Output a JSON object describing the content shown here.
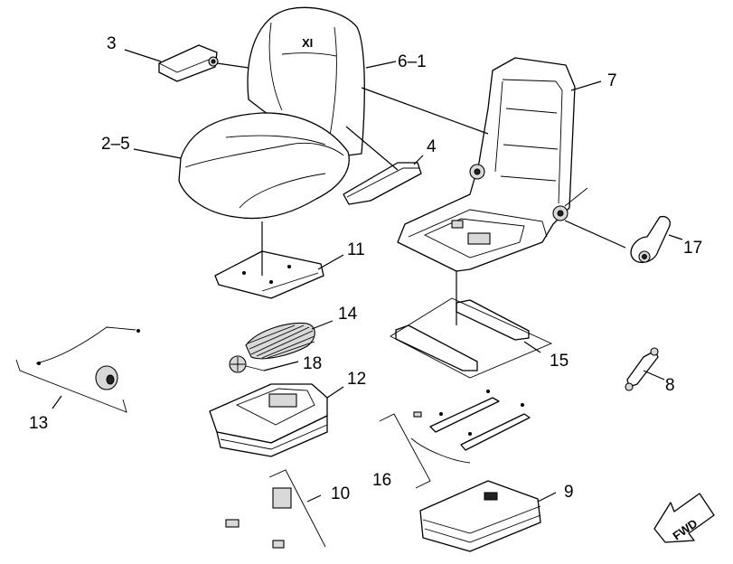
{
  "diagram": {
    "callouts": {
      "c3": "3",
      "c6_1": "6–1",
      "c7": "7",
      "c2_5": "2–5",
      "c4": "4",
      "c11": "11",
      "c17": "17",
      "c14": "14",
      "c15": "15",
      "c18": "18",
      "c12": "12",
      "c13": "13",
      "c8": "8",
      "c16": "16",
      "c10": "10",
      "c9": "9"
    },
    "direction_arrow": "FWD",
    "seat_logo": "XI"
  }
}
